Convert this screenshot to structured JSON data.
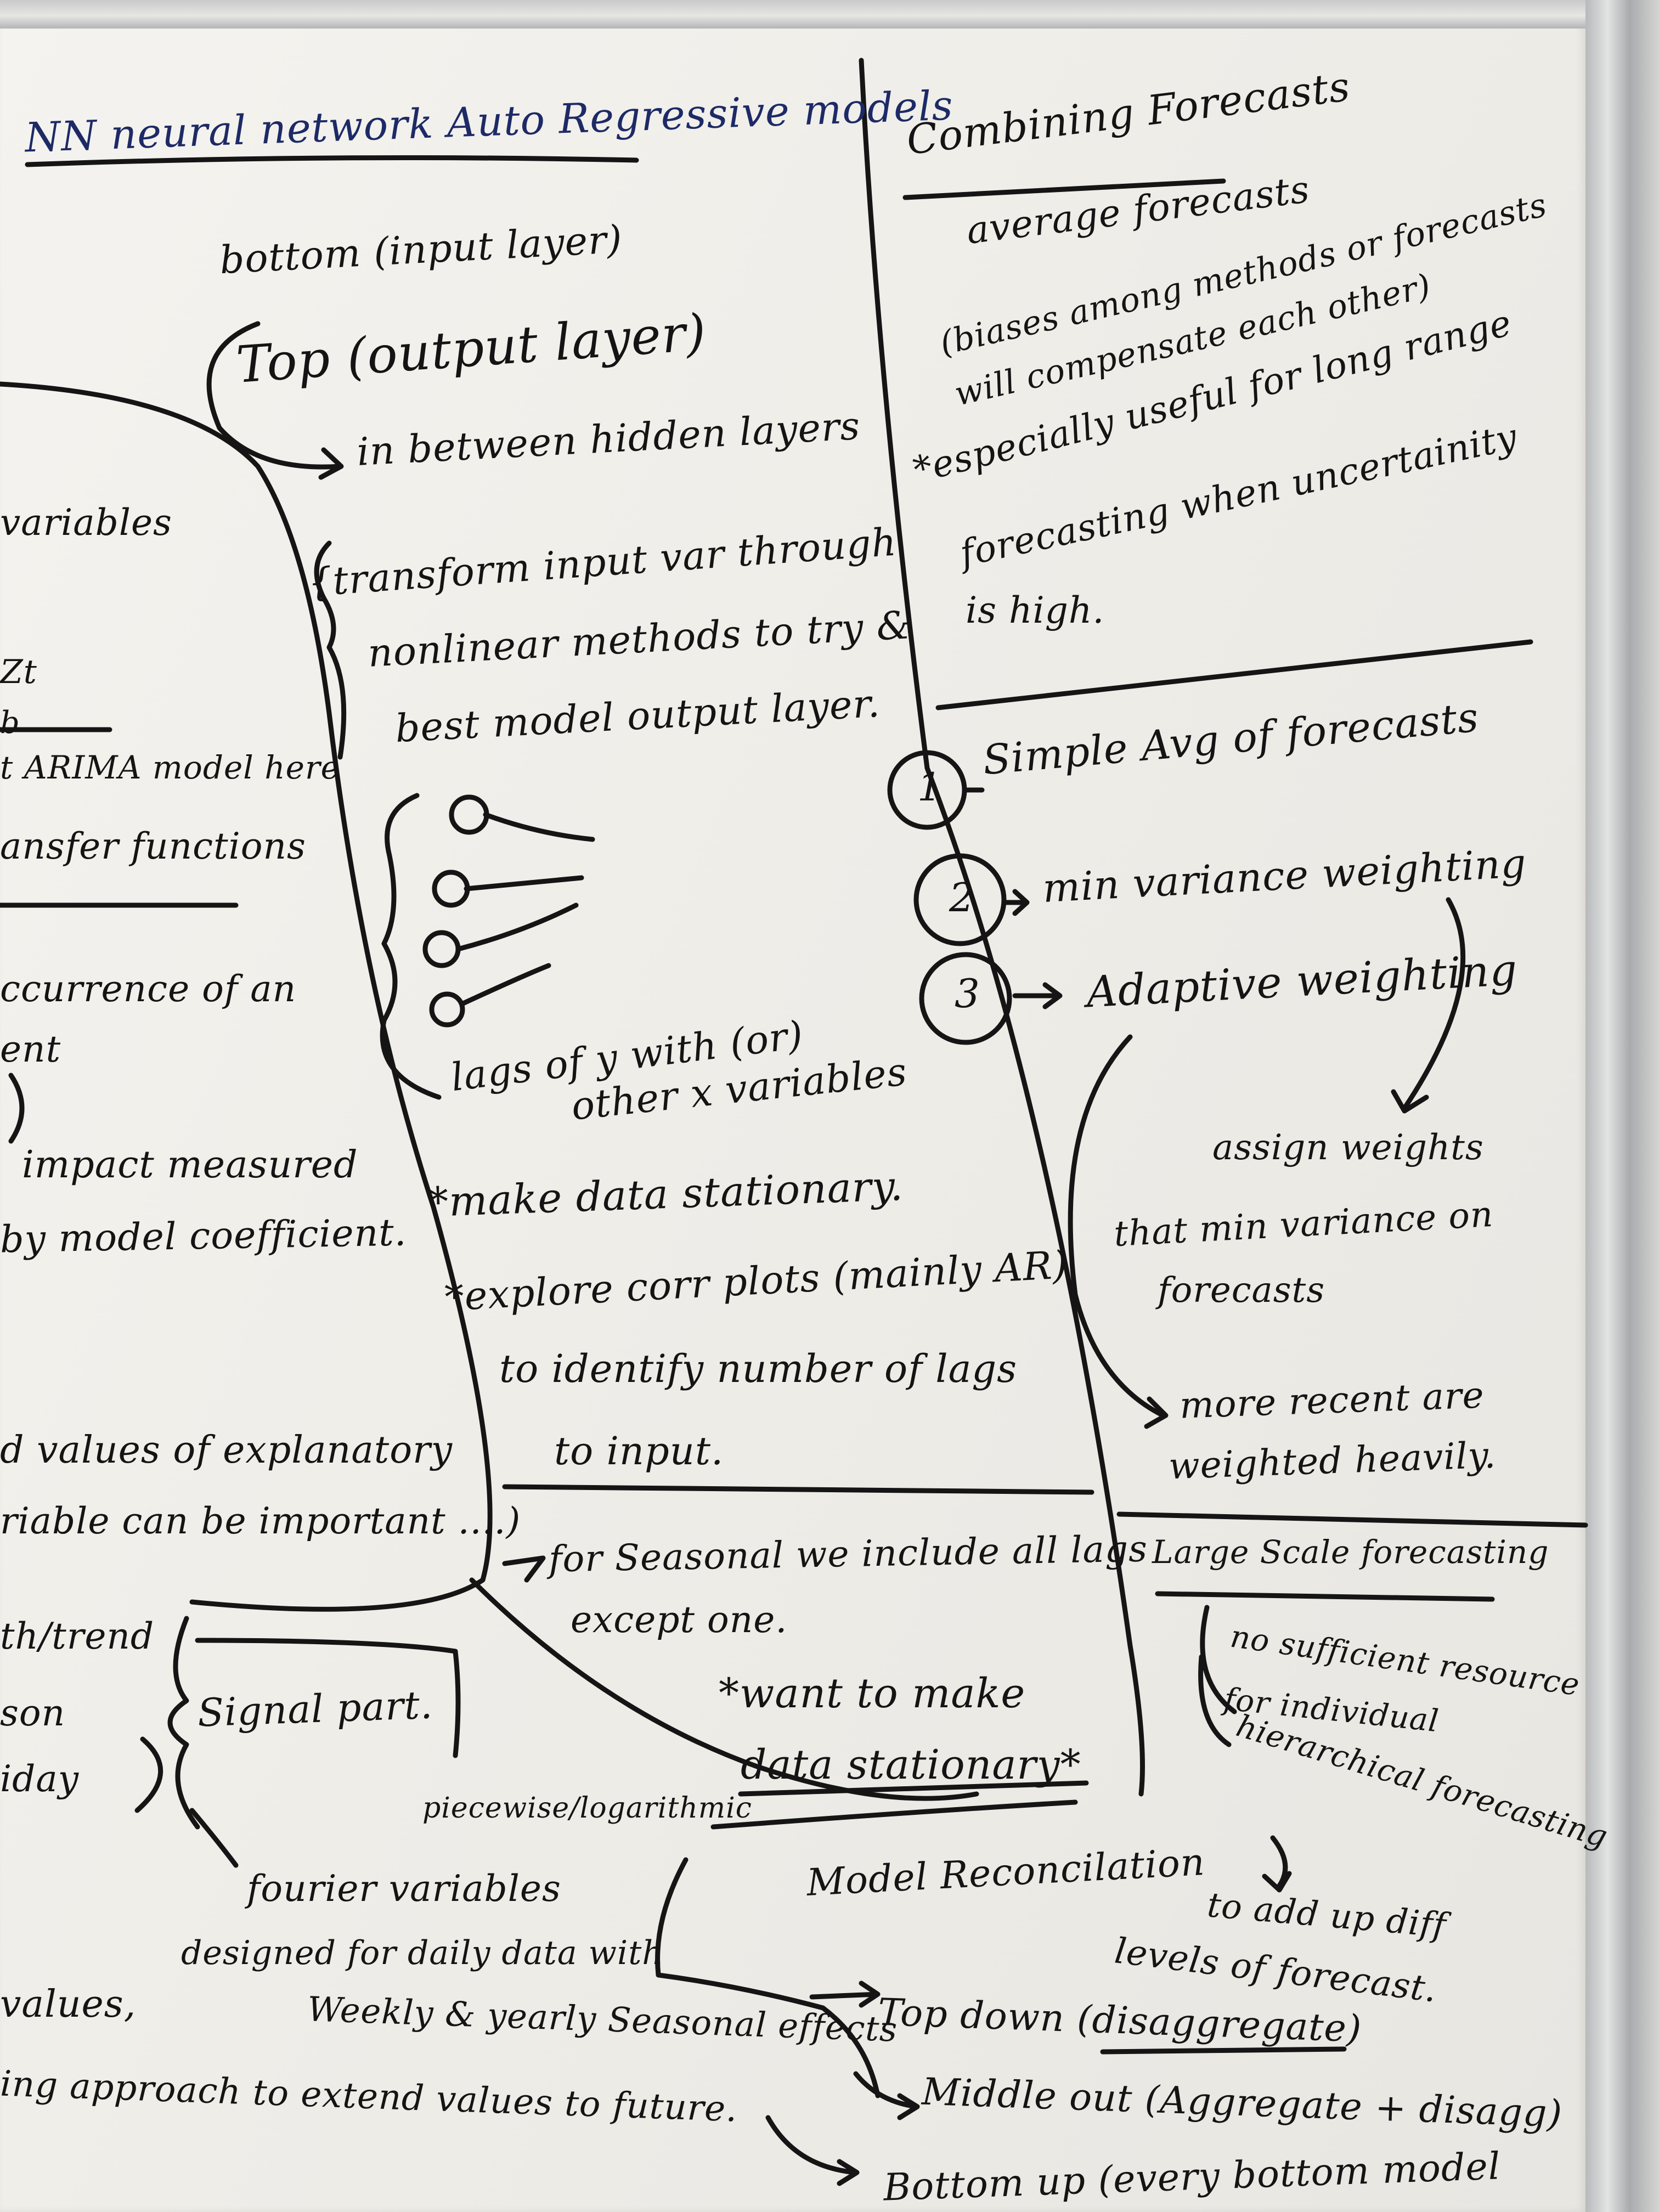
{
  "board": {
    "colors": {
      "board": "#f1f0ec",
      "ink": "#141414",
      "blue_ink": "#1d2a66",
      "frame": "#c4c5c5"
    },
    "nnar": {
      "title": "NN neural network Auto Regressive models",
      "bottom": "bottom (input layer)",
      "top": "Top (output layer)",
      "between": "in between hidden layers",
      "transform_1": "{transform input var through",
      "transform_2": "nonlinear methods to try &",
      "transform_3": "best model output layer.",
      "lags_1": "lags of y with (or)",
      "lags_2": "other x variables",
      "stationary": "*make data stationary.",
      "explore": "*explore corr plots (mainly AR)",
      "identify": "to identify number of lags",
      "toinput": "to input."
    },
    "left": {
      "variables": "variables",
      "zt": "Zt",
      "b": "b",
      "arima": "t ARIMA model here",
      "transfer": "ansfer functions",
      "occurrence": "ccurrence of an",
      "event": "ent",
      "impact": "impact measured",
      "coefficient": "by model coefficient.",
      "values_1": "d values of explanatory",
      "values_2": "riable can be important ....)",
      "growth": "th/trend",
      "season": "son",
      "holiday": "iday",
      "values": "values,",
      "approach": "ing approach to extend values to future."
    },
    "signal": {
      "signal_part": "Signal part.",
      "piecewise": "piecewise/logarithmic",
      "fourier": "fourier variables",
      "designed_1": "designed for daily data with",
      "designed_2": "Weekly & yearly Seasonal effects"
    },
    "seasonal": {
      "for_seasonal_1": "for Seasonal we include all lags",
      "for_seasonal_2": "except one.",
      "want": "*want to make",
      "data_stationary": "data stationary*"
    },
    "combining": {
      "title": "Combining Forecasts",
      "average": "average forecasts",
      "biases_1": "(biases among methods or forecasts",
      "biases_2": "will compensate each other)",
      "useful_1": "*especially useful for long range",
      "useful_2": "forecasting when uncertainity",
      "useful_3": "is high.",
      "item_1_num": "1",
      "item_1": "Simple Avg of forecasts",
      "item_2_num": "2",
      "item_2": "min variance weighting",
      "item_3_num": "3",
      "item_3": "Adaptive weighting",
      "assign_1": "assign weights",
      "assign_2": "that min variance on",
      "assign_3": "forecasts",
      "recent_1": "more recent are",
      "recent_2": "weighted heavily."
    },
    "large_scale": {
      "title": "Large Scale forecasting",
      "no_sufficient_1": "no sufficient resource",
      "no_sufficient_2": "for individual",
      "hierarchical": "hierarchical forecasting",
      "reconciliation": "Model Reconcilation",
      "add_up_1": "to add up diff",
      "add_up_2": "levels of forecast.",
      "top_down": "Top down (disaggregate)",
      "middle_out": "Middle out (Aggregate + disagg)",
      "bottom_up": "Bottom up (every bottom model"
    }
  }
}
